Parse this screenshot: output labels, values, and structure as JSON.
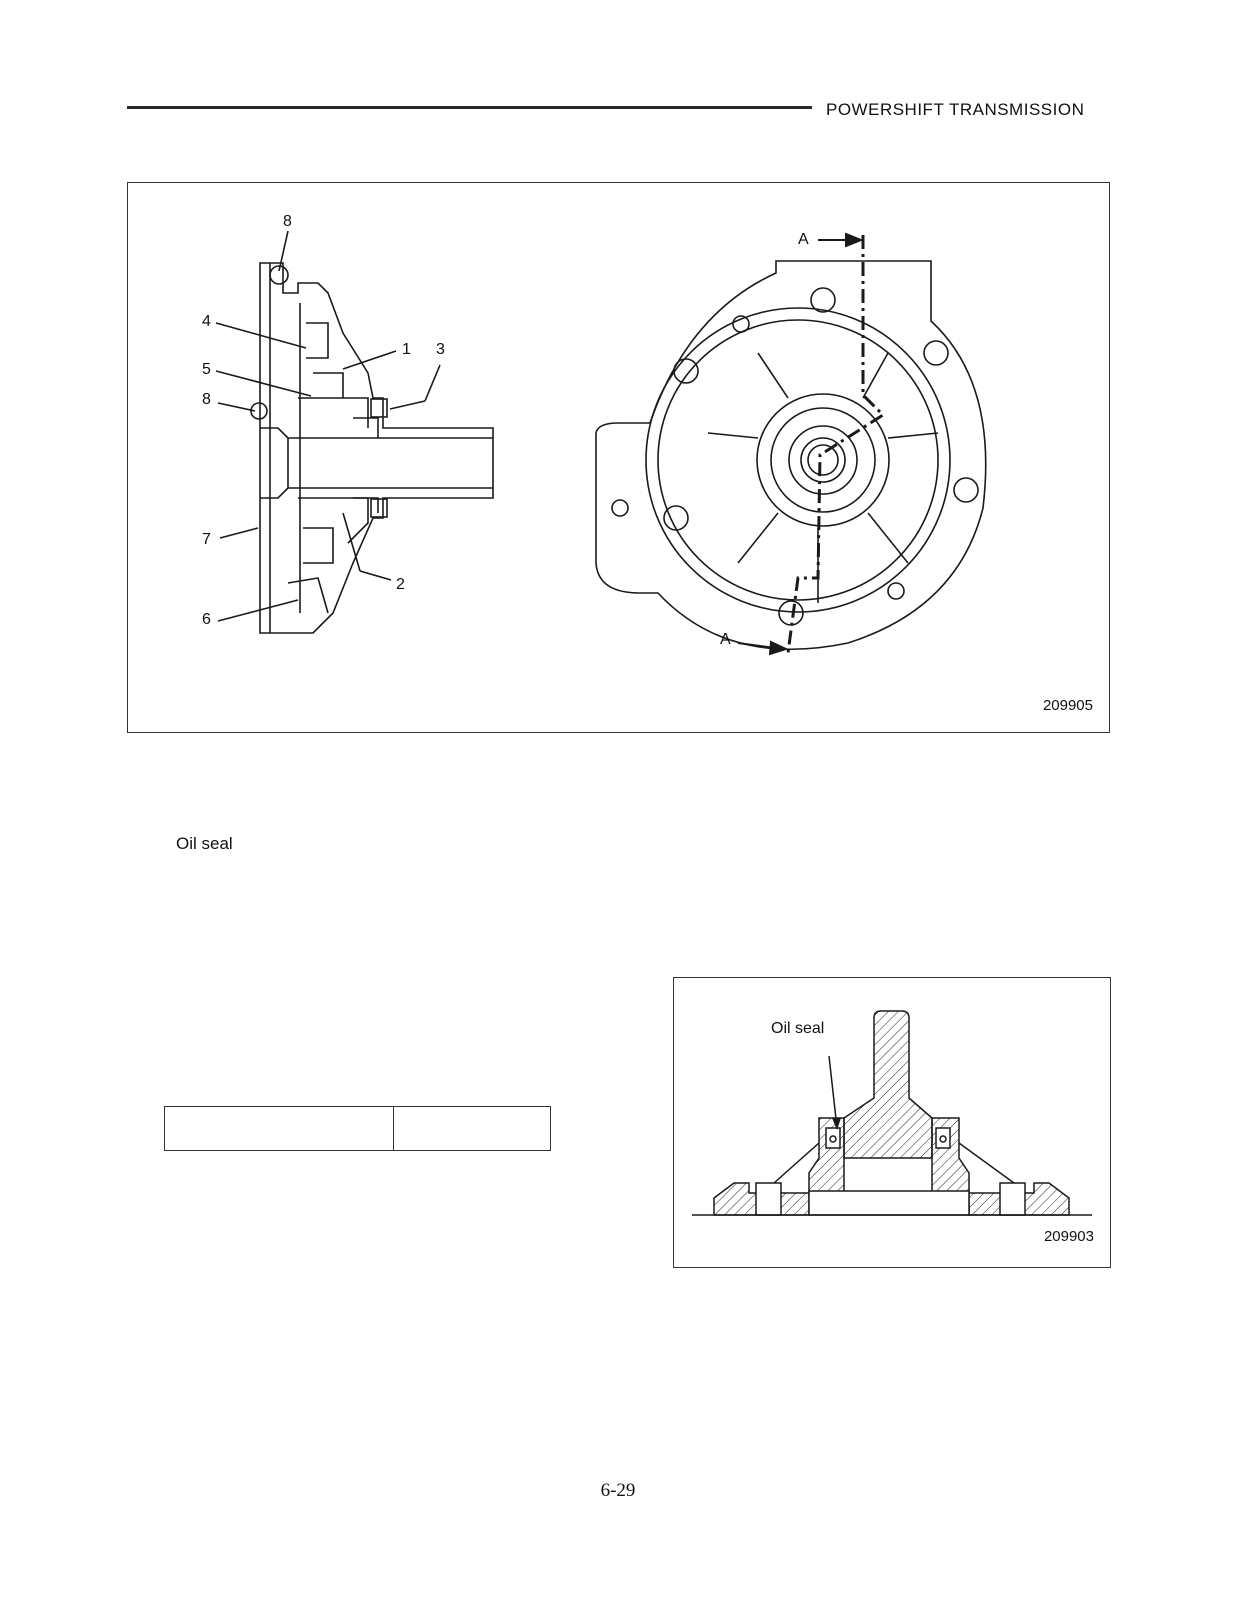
{
  "header": {
    "title": "POWERSHIFT TRANSMISSION"
  },
  "figure1": {
    "number": "209905",
    "callouts": [
      "8",
      "4",
      "1",
      "3",
      "5",
      "8",
      "7",
      "2",
      "6"
    ],
    "section_marks": [
      "A",
      "A"
    ]
  },
  "section": {
    "label": "Oil seal"
  },
  "spec_table": {
    "rows": [
      [
        "",
        ""
      ]
    ]
  },
  "figure2": {
    "number": "209903",
    "callout": "Oil seal"
  },
  "footer": {
    "page_number": "6-29"
  }
}
